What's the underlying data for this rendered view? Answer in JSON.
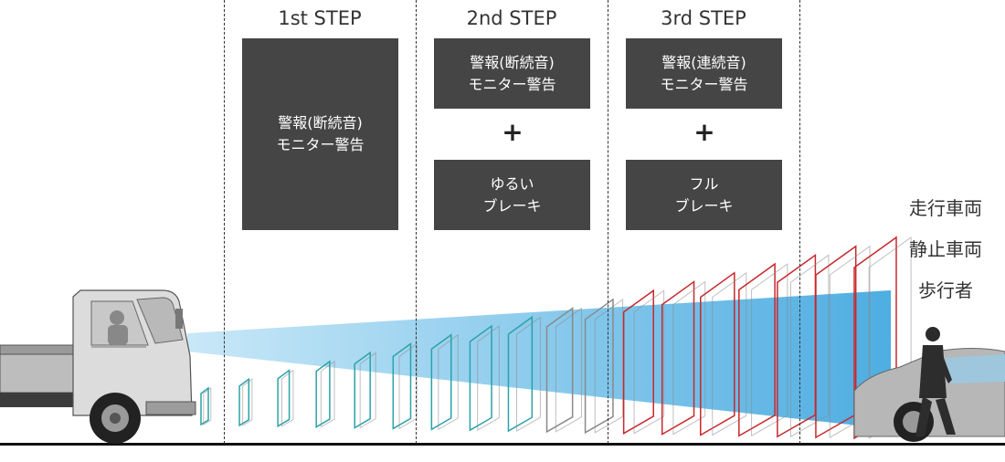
{
  "steps": [
    {
      "title": "1st STEP",
      "box1": [
        "警報(断続音)",
        "モニター警告"
      ]
    },
    {
      "title": "2nd STEP",
      "box1": [
        "警報(断続音)",
        "モニター警告"
      ],
      "plus": "+",
      "box2": [
        "ゆるい",
        "ブレーキ"
      ]
    },
    {
      "title": "3rd STEP",
      "box1": [
        "警報(連続音)",
        "モニター警告"
      ],
      "plus": "+",
      "box2": [
        "フル",
        "ブレーキ"
      ]
    }
  ],
  "targets": [
    "走行車両",
    "静止車両",
    "歩行者"
  ],
  "colors": {
    "box_bg": "#454545",
    "beam": "#4fb3e6",
    "wave_teal": "#2aa3a8",
    "wave_grey": "#8a8a8a",
    "wave_red": "#c8282d"
  }
}
